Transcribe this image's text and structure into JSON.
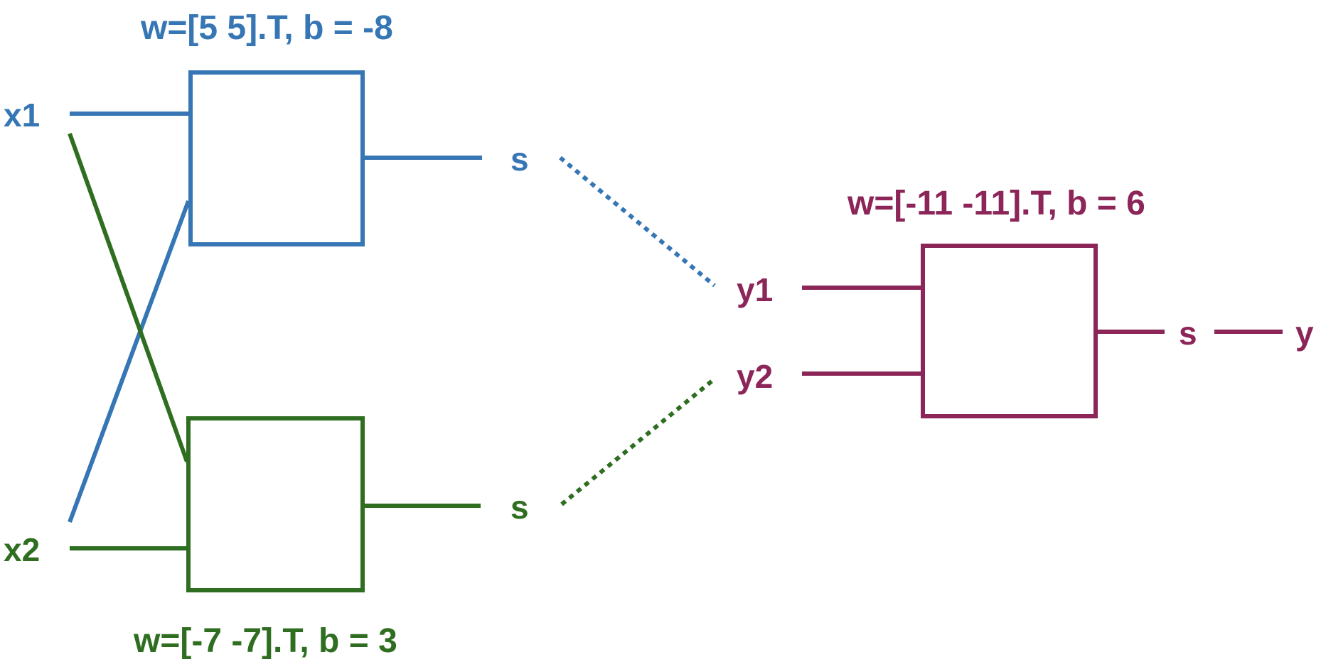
{
  "colors": {
    "unit1": "#3676B4",
    "unit2": "#2F6E20",
    "output": "#8C2558"
  },
  "inputs": {
    "x1": "x1",
    "x2": "x2"
  },
  "unit1": {
    "params": "w=[5 5].T, b = -8",
    "activation": "s"
  },
  "unit2": {
    "params": "w=[-7 -7].T, b = 3",
    "activation": "s"
  },
  "output_unit": {
    "params": "w=[-11 -11].T, b = 6",
    "input1": "y1",
    "input2": "y2",
    "activation": "s",
    "output": "y"
  }
}
